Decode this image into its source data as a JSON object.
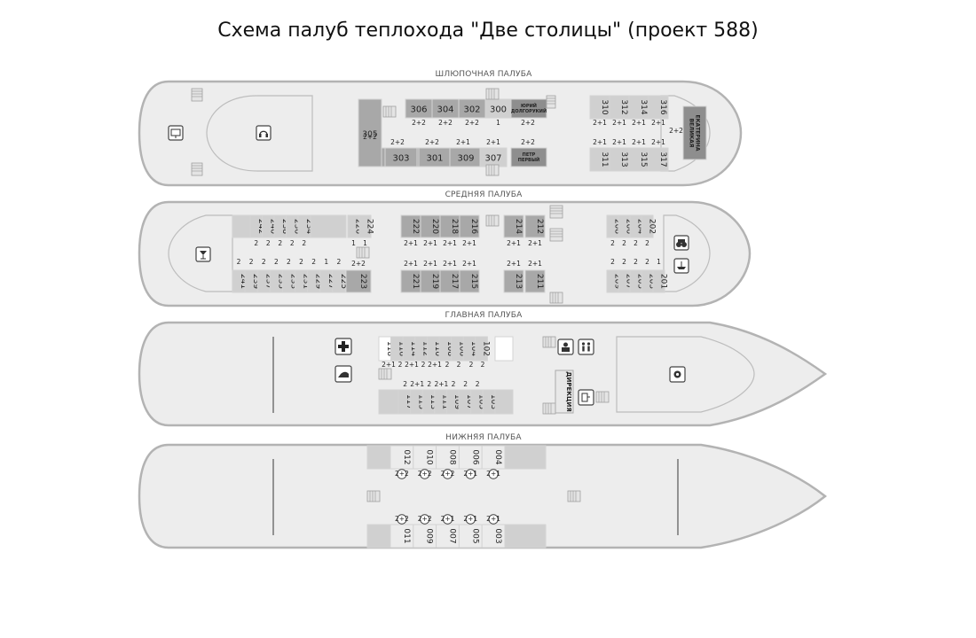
{
  "title": "Схема палуб теплохода \"Две столицы\" (проект 588)",
  "decks": [
    {
      "key": "boat",
      "label": "ШЛЮПОЧНАЯ ПАЛУБА",
      "cabins": [
        {
          "n": "306",
          "cap": "2+2"
        },
        {
          "n": "304",
          "cap": "2+2"
        },
        {
          "n": "302",
          "cap": "2+2"
        },
        {
          "n": "300",
          "cap": "1"
        },
        {
          "n": "305",
          "cap": "2+2"
        },
        {
          "n": "303",
          "cap": "2+2"
        },
        {
          "n": "301",
          "cap": "2+2"
        },
        {
          "n": "309",
          "cap": "2+1"
        },
        {
          "n": "307",
          "cap": "2+1"
        },
        {
          "n": "310",
          "cap": "2+1"
        },
        {
          "n": "312",
          "cap": "2+1"
        },
        {
          "n": "314",
          "cap": "2+1"
        },
        {
          "n": "316",
          "cap": "2+1"
        },
        {
          "n": "311",
          "cap": "2+1"
        },
        {
          "n": "313",
          "cap": "2+1"
        },
        {
          "n": "315",
          "cap": "2+1"
        },
        {
          "n": "317",
          "cap": "2+1"
        }
      ],
      "suites": [
        {
          "n": "ЮРИЙ ДОЛГОРУКИЙ",
          "cap": "2+2"
        },
        {
          "n": "ПЕТР ПЕРВЫЙ",
          "cap": "2+2"
        },
        {
          "n": "ЕКАТЕРИНА ВЕЛИКАЯ",
          "cap": "2+2"
        }
      ]
    },
    {
      "key": "middle",
      "label": "СРЕДНЯЯ ПАЛУБА",
      "top_aft": [
        {
          "n": "242",
          "cap": "2"
        },
        {
          "n": "240",
          "cap": "2"
        },
        {
          "n": "238",
          "cap": "2"
        },
        {
          "n": "236",
          "cap": "2"
        },
        {
          "n": "234",
          "cap": "2"
        },
        {
          "n": "226",
          "cap": "1"
        },
        {
          "n": "224",
          "cap": "1"
        }
      ],
      "bot_aft": [
        {
          "n": "241",
          "cap": "2"
        },
        {
          "n": "239",
          "cap": "2"
        },
        {
          "n": "237",
          "cap": "2"
        },
        {
          "n": "235",
          "cap": "2"
        },
        {
          "n": "233",
          "cap": "2"
        },
        {
          "n": "231",
          "cap": "2"
        },
        {
          "n": "229",
          "cap": "2"
        },
        {
          "n": "227",
          "cap": "1"
        },
        {
          "n": "225",
          "cap": "2"
        },
        {
          "n": "223",
          "cap": "2+2"
        }
      ],
      "top_mid": [
        {
          "n": "222",
          "cap": "2+1"
        },
        {
          "n": "220",
          "cap": "2+1"
        },
        {
          "n": "218",
          "cap": "2+1"
        },
        {
          "n": "216",
          "cap": "2+1"
        },
        {
          "n": "214",
          "cap": "2+1"
        },
        {
          "n": "212",
          "cap": "2+1"
        }
      ],
      "bot_mid": [
        {
          "n": "221",
          "cap": "2+1"
        },
        {
          "n": "219",
          "cap": "2+1"
        },
        {
          "n": "217",
          "cap": "2+1"
        },
        {
          "n": "215",
          "cap": "2+1"
        },
        {
          "n": "213",
          "cap": "2+1"
        },
        {
          "n": "211",
          "cap": "2+1"
        }
      ],
      "top_fwd": [
        {
          "n": "208",
          "cap": "2"
        },
        {
          "n": "206",
          "cap": "2"
        },
        {
          "n": "204",
          "cap": "2"
        },
        {
          "n": "202",
          "cap": "2"
        }
      ],
      "bot_fwd": [
        {
          "n": "209",
          "cap": "2"
        },
        {
          "n": "207",
          "cap": "2"
        },
        {
          "n": "205",
          "cap": "2"
        },
        {
          "n": "203",
          "cap": "2"
        },
        {
          "n": "201",
          "cap": "1"
        }
      ]
    },
    {
      "key": "main",
      "label": "ГЛАВНАЯ ПАЛУБА",
      "top": [
        {
          "n": "118",
          "cap": "2+1"
        },
        {
          "n": "116",
          "cap": "2"
        },
        {
          "n": "114",
          "cap": "2+1"
        },
        {
          "n": "112",
          "cap": "2"
        },
        {
          "n": "110",
          "cap": "2+1"
        },
        {
          "n": "108",
          "cap": "2"
        },
        {
          "n": "106",
          "cap": "2"
        },
        {
          "n": "104",
          "cap": "2"
        },
        {
          "n": "102",
          "cap": "2"
        }
      ],
      "bot": [
        {
          "n": "117",
          "cap": ""
        },
        {
          "n": "115",
          "cap": "2"
        },
        {
          "n": "113",
          "cap": "2+1"
        },
        {
          "n": "111",
          "cap": "2"
        },
        {
          "n": "109",
          "cap": "2+1"
        },
        {
          "n": "107",
          "cap": "2"
        },
        {
          "n": "105",
          "cap": "2"
        },
        {
          "n": "103",
          "cap": "2"
        }
      ],
      "office": "ДИРЕКЦИЯ"
    },
    {
      "key": "lower",
      "label": "НИЖНЯЯ ПАЛУБА",
      "top": [
        {
          "n": "012",
          "cap": "2+2"
        },
        {
          "n": "010",
          "cap": "2+2"
        },
        {
          "n": "008",
          "cap": "2+2"
        },
        {
          "n": "006",
          "cap": "2+1"
        },
        {
          "n": "004",
          "cap": "2+1"
        }
      ],
      "bot": [
        {
          "n": "011",
          "cap": "2+2"
        },
        {
          "n": "009",
          "cap": "2+2"
        },
        {
          "n": "007",
          "cap": "2+1"
        },
        {
          "n": "005",
          "cap": "2+1"
        },
        {
          "n": "003",
          "cap": "2+1"
        }
      ]
    }
  ],
  "icons": [
    "first-aid-icon",
    "iron-icon",
    "lift-icon",
    "info-icon",
    "restaurant-icon",
    "bar-icon",
    "headphones-icon",
    "binoculars-icon",
    "boat-icon",
    "board-icon"
  ],
  "colors": {
    "hull_fill": "#ededed",
    "hull_stroke": "#b3b3b3",
    "cabin_light": "#d0d0d0",
    "cabin_dark": "#a8a8a8",
    "suite": "#8e8e8e"
  }
}
